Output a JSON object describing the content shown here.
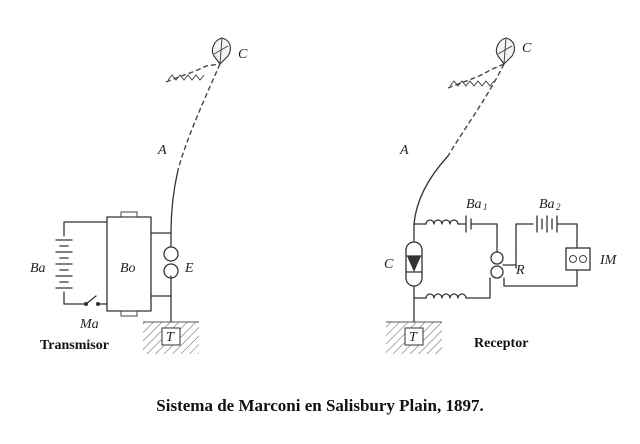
{
  "transmitter": {
    "kite": "C",
    "antenna": "A",
    "battery": "Ba",
    "coil": "Bo",
    "key": "Ma",
    "spark_gap": "E",
    "ground": "T",
    "title": "Transmisor"
  },
  "receiver": {
    "kite": "C",
    "antenna": "A",
    "battery_1": "Ba",
    "battery_1_sub": "1",
    "battery_2": "Ba",
    "battery_2_sub": "2",
    "coherer": "C",
    "relay": "R",
    "printer": "IM",
    "ground": "T",
    "title": "Receptor"
  },
  "caption": "Sistema de Marconi en Salisbury Plain, 1897."
}
